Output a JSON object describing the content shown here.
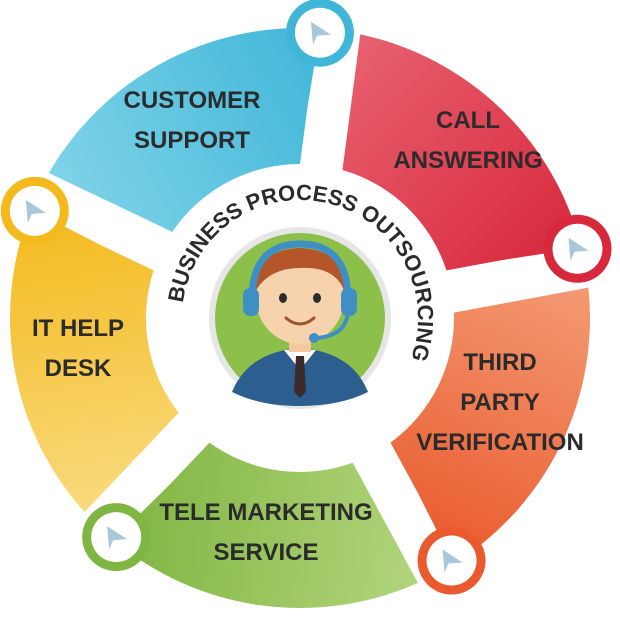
{
  "ring_text": "BUSINESS PROCESS OUTSOURCING",
  "segments": [
    {
      "id": "customer-support",
      "lines": [
        "CUSTOMER",
        "SUPPORT"
      ],
      "color": "#3fb6d8",
      "color_light": "#7fd3e8",
      "node_color": "#3fb6d8"
    },
    {
      "id": "call-answering",
      "lines": [
        "CALL",
        "ANSWERING"
      ],
      "color": "#d8283c",
      "color_light": "#e86170",
      "node_color": "#d8283c"
    },
    {
      "id": "third-party-verification",
      "lines": [
        "THIRD",
        "PARTY",
        "VERIFICATION"
      ],
      "color": "#ea5a2e",
      "color_light": "#f39a73",
      "node_color": "#ea5a2e"
    },
    {
      "id": "tele-marketing-service",
      "lines": [
        "TELE MARKETING",
        "SERVICE"
      ],
      "color": "#7fb542",
      "color_light": "#b2d47b",
      "node_color": "#7fb542"
    },
    {
      "id": "it-help-desk",
      "lines": [
        "IT HELP",
        "DESK"
      ],
      "color": "#f4b91c",
      "color_light": "#f9da7d",
      "node_color": "#f4b91c"
    }
  ],
  "colors": {
    "center_bg": "#8cc04a",
    "center_ring": "#e6e6e6",
    "text": "#2b2b2b",
    "node_arrow": "#a8c7d8"
  },
  "icons": [
    "agent-avatar-icon",
    "headset-icon",
    "arrow-node-icon"
  ]
}
